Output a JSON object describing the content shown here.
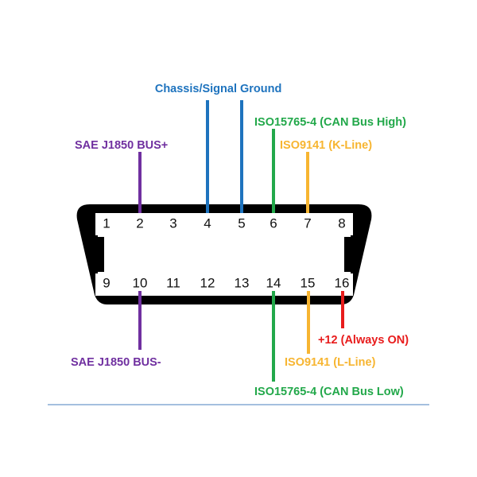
{
  "pins_top": [
    {
      "id": "1",
      "label": "1"
    },
    {
      "id": "2",
      "label": "2"
    },
    {
      "id": "3",
      "label": "3"
    },
    {
      "id": "4",
      "label": "4"
    },
    {
      "id": "5",
      "label": "5"
    },
    {
      "id": "6",
      "label": "6"
    },
    {
      "id": "7",
      "label": "7"
    },
    {
      "id": "8",
      "label": "8"
    }
  ],
  "pins_bottom": [
    {
      "id": "9",
      "label": "9"
    },
    {
      "id": "10",
      "label": "10"
    },
    {
      "id": "11",
      "label": "11"
    },
    {
      "id": "12",
      "label": "12"
    },
    {
      "id": "13",
      "label": "13"
    },
    {
      "id": "14",
      "label": "14"
    },
    {
      "id": "15",
      "label": "15"
    },
    {
      "id": "16",
      "label": "16"
    }
  ],
  "signals": {
    "chassis_signal": "Chassis/Signal",
    "ground": "Ground",
    "can_high": "ISO15765-4 (CAN Bus High)",
    "sae_plus": "SAE J1850 BUS+",
    "k_line": "ISO9141 (K-Line)",
    "sae_minus": "SAE J1850 BUS-",
    "plus12": "+12 (Always ON)",
    "l_line": "ISO9141 (L-Line)",
    "can_low": "ISO15765-4 (CAN Bus Low)"
  },
  "colors": {
    "connector": "#000000",
    "pin_slot": "#ffffff",
    "ground": "#1e73be",
    "can": "#22a84a",
    "sae": "#7030a0",
    "iso9141": "#f7b531",
    "power": "#e81c1c",
    "divider": "#4a7fbf"
  }
}
